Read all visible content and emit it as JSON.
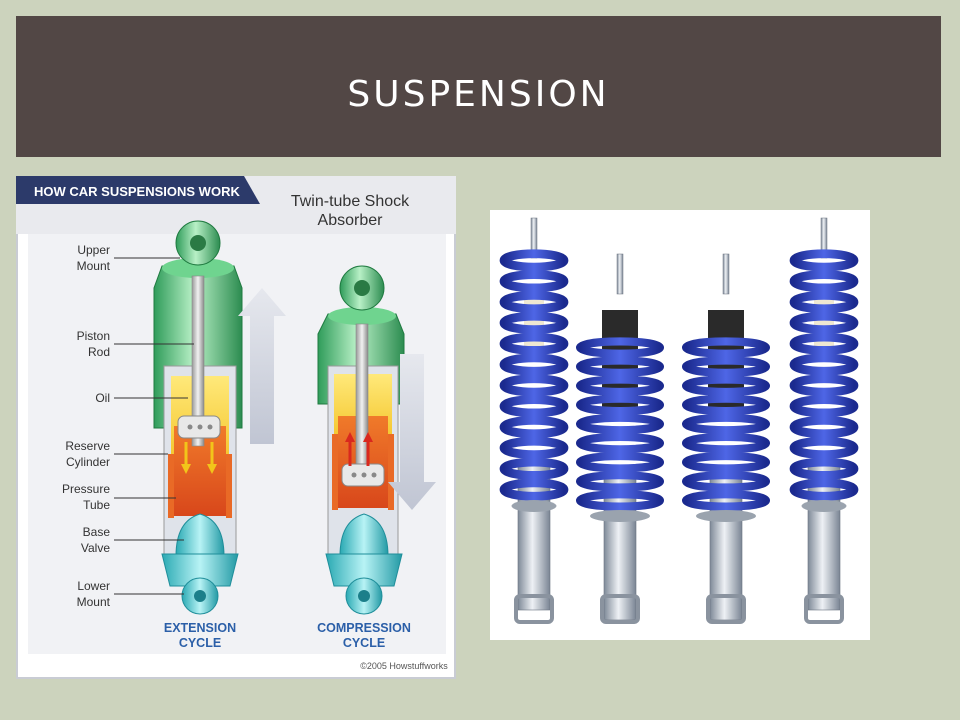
{
  "slide": {
    "title": "SUSPENSION"
  },
  "diagram": {
    "header": "HOW CAR SUSPENSIONS WORK",
    "subheader_line1": "Twin-tube Shock",
    "subheader_line2": "Absorber",
    "labels": {
      "upper_mount_1": "Upper",
      "upper_mount_2": "Mount",
      "piston_rod_1": "Piston",
      "piston_rod_2": "Rod",
      "oil": "Oil",
      "reserve_cylinder_1": "Reserve",
      "reserve_cylinder_2": "Cylinder",
      "pressure_tube_1": "Pressure",
      "pressure_tube_2": "Tube",
      "base_valve_1": "Base",
      "base_valve_2": "Valve",
      "lower_mount_1": "Lower",
      "lower_mount_2": "Mount"
    },
    "extension_1": "EXTENSION",
    "extension_2": "CYCLE",
    "compression_1": "COMPRESSION",
    "compression_2": "CYCLE",
    "copyright": "©2005 Howstuffworks"
  },
  "colors": {
    "title_bar": "#524745",
    "background": "#ccd3bd",
    "spring_blue": "#2a3fb5",
    "diagram_header": "#2c3a6a"
  }
}
